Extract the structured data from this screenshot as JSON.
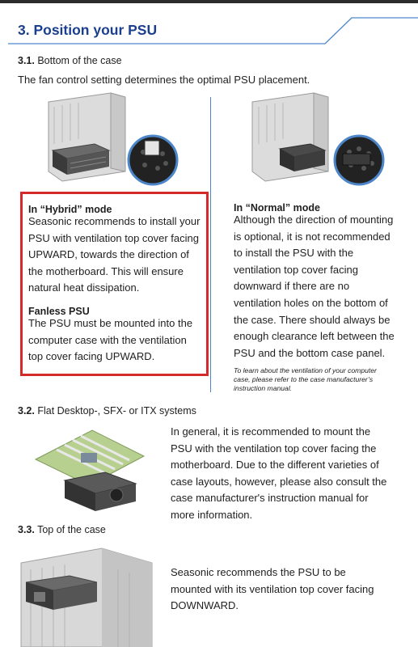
{
  "section": {
    "number_title": "3. Position your PSU"
  },
  "s31": {
    "label_num": "3.1.",
    "label_text": " Bottom of the case",
    "intro": "The fan control setting determines the optimal PSU placement.",
    "hybrid": {
      "title": "In “Hybrid” mode",
      "lines": [
        "Seasonic recommends to install your",
        "PSU with ventilation top cover facing",
        "UPWARD, towards the direction of",
        "the motherboard. This will ensure",
        "natural heat dissipation."
      ]
    },
    "fanless": {
      "title": "Fanless PSU",
      "lines": [
        "The PSU must be mounted into the",
        "computer case with the ventilation",
        "top cover facing UPWARD."
      ]
    },
    "normal": {
      "title": "In “Normal” mode",
      "lines": [
        "Although the direction of mounting",
        "is optional, it is not recommended",
        "to install the PSU with the",
        "ventilation top cover facing",
        "downward if there are no",
        "ventilation holes on the bottom of",
        "the case. There should always be",
        "enough clearance left between the",
        "PSU and the bottom case panel."
      ]
    },
    "note_lines": [
      "To learn about the ventilation of your computer",
      "case, please refer to the case manufacturer’s",
      "instruction manual."
    ]
  },
  "s32": {
    "label_num": "3.2.",
    "label_text": " Flat Desktop-, SFX- or ITX systems",
    "lines": [
      "In general, it is recommended to mount the",
      "PSU with the ventilation top cover facing the",
      "motherboard. Due to the different varieties of",
      "case layouts, however, please also consult the",
      "case manufacturer's instruction manual for",
      "more information."
    ]
  },
  "s33": {
    "label_num": "3.3.",
    "label_text": " Top of the case",
    "lines": [
      "Seasonic recommends the PSU to be",
      "mounted with its ventilation top cover facing",
      "DOWNWARD."
    ]
  },
  "colors": {
    "title_blue": "#1b3f8f",
    "accent_blue": "#4c86c9",
    "highlight_red": "#d42a2a"
  }
}
